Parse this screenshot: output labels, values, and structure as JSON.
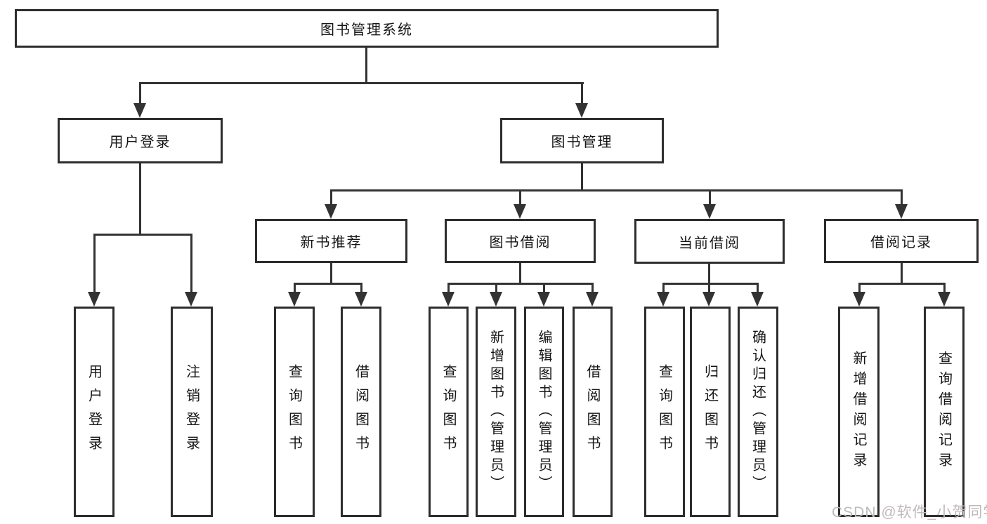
{
  "diagram": {
    "type": "hierarchy-tree",
    "title": "图书管理系统",
    "colors": {
      "background": "#ffffff",
      "line": "#333333",
      "box_border": "#2d2d2d",
      "text": "#151515",
      "watermark": "#c1baba"
    },
    "nodes": {
      "root": {
        "label": "图书管理系统"
      },
      "user_login": {
        "label": "用户登录"
      },
      "book_management": {
        "label": "图书管理"
      },
      "new_book_recommend": {
        "label": "新书推荐"
      },
      "book_borrowing": {
        "label": "图书借阅"
      },
      "current_borrowing": {
        "label": "当前借阅"
      },
      "borrowing_records": {
        "label": "借阅记录"
      },
      "leaves": {
        "user_login": "用户登录",
        "logout": "注销登录",
        "nb_query_books": "查询图书",
        "nb_borrow_books": "借阅图书",
        "bb_query_books": "查询图书",
        "bb_add_books": "新增图书（管理员）",
        "bb_edit_books": "编辑图书（管理员）",
        "bb_borrow_books": "借阅图书",
        "cb_query_books": "查询图书",
        "cb_return_books": "归还图书",
        "cb_confirm_return": "确认归还（管理员）",
        "br_add_record": "新增借阅记录",
        "br_query_record": "查询借阅记录"
      }
    },
    "watermark": "CSDN @软件_小贺同学"
  }
}
